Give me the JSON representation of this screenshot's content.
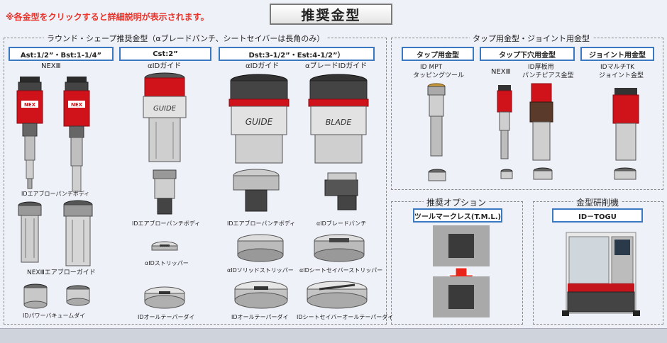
{
  "header": {
    "notice": "※各金型をクリックすると詳細説明が表示されます。",
    "title": "推奨金型"
  },
  "round_shape": {
    "title": "ラウンド・シェープ推奨金型（αブレードパンチ、シートセイバーは長角のみ）",
    "categories": [
      "Ast:1/2”・Bst:1-1/4”",
      "Cst:2”",
      "Dst:3-1/2”・Est:4-1/2”）"
    ],
    "labels": {
      "nex3": "NEXⅢ",
      "a_id_guide_c": "αIDガイド",
      "a_id_guide_d": "αIDガイド",
      "a_blade_id_guide": "αブレードIDガイド",
      "id_air_blow_punch_body_a": "IDエアブローパンチボディ",
      "id_air_blow_punch_body_c": "IDエアブローパンチボディ",
      "id_air_blow_punch_body_d": "IDエアブローパンチボディ",
      "a_blade_punch": "αIDブレードパンチ",
      "nex3_air_blow_guide": "NEXⅢエアブローガイド",
      "a_id_stripper": "αIDストリッパー",
      "a_id_solid_stripper": "αIDソリッドストリッパー",
      "a_id_sheet_saver_stripper": "αIDシートセイバーストリッパー",
      "id_power_vacuum_die": "IDパワーバキュームダイ",
      "id_all_taper_die_c": "IDオールテーパーダイ",
      "id_all_taper_die_d": "IDオールテーパーダイ",
      "id_sheet_saver_all_taper_die": "IDシートセイバーオールテーパーダイ"
    }
  },
  "tap_joint": {
    "title": "タップ用金型・ジョイント用金型",
    "categories": [
      "タップ用金型",
      "タップ下穴用金型",
      "ジョイント用金型"
    ],
    "labels": {
      "id_mpt": "ID MPT",
      "tapping_tool": "タッピングツール",
      "nex3": "NEXⅢ",
      "id_thick_plate": "ID厚板用",
      "punch_pierce": "パンチピアス金型",
      "id_multi_tk": "IDマルチTK",
      "joint_die": "ジョイント金型"
    }
  },
  "options": {
    "title": "推奨オプション",
    "category": "ツールマークレス(T.M.L.)"
  },
  "grinder": {
    "title": "金型研削機",
    "category": "ID－TOGU"
  },
  "colors": {
    "accent_blue": "#3a78c2",
    "notice_red": "#e8342a",
    "tool_red": "#d0121b",
    "arrow_red": "#e8231a"
  }
}
